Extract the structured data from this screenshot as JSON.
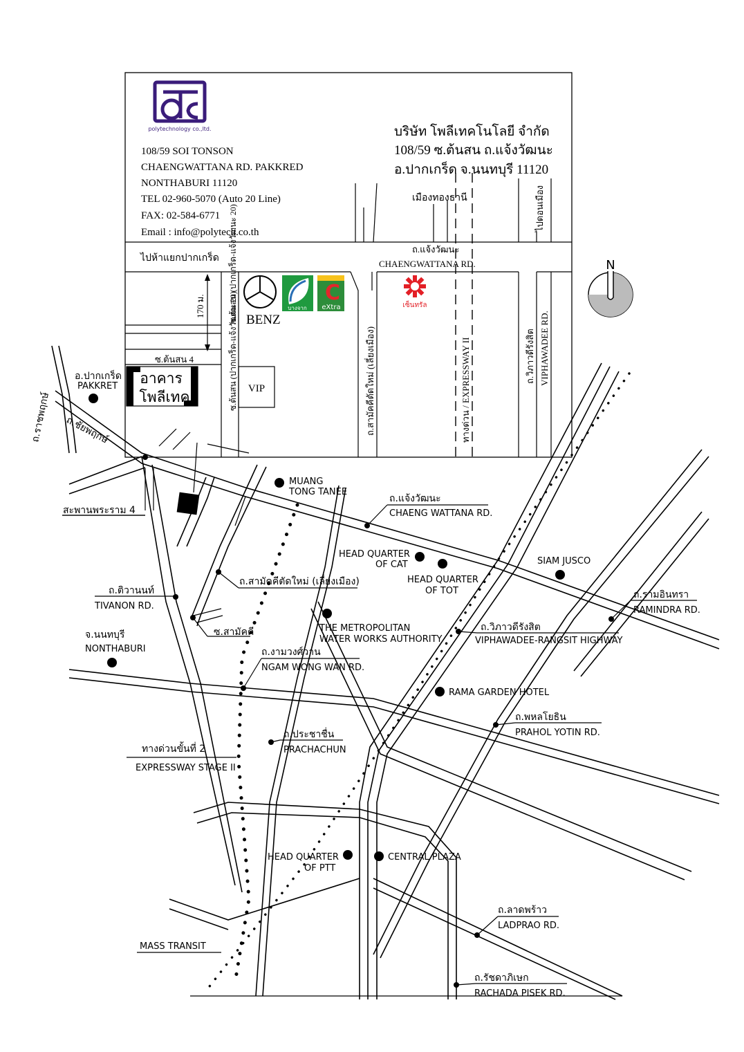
{
  "company": {
    "logo_text": "polytechnology co.,ltd.",
    "address_en": [
      "108/59 SOI  TONSON",
      "CHAENGWATTANA RD.  PAKKRED",
      "NONTHABURI 11120",
      "TEL 02-960-5070 (Auto 20 Line)",
      "FAX: 02-584-6771",
      "Email : info@polytech.co.th"
    ],
    "address_th": [
      "บริษัท โพลีเทคโนโลยี จำกัด",
      "108/59 ซ.ต้นสน ถ.แจ้งวัฒนะ",
      "อ.ปากเกร็ด จ.นนทบุรี 11120"
    ]
  },
  "north": "N",
  "inset": {
    "muang_thong_thani": "เมืองทองธานี",
    "to_don_muang": "ไปดอนเมือง",
    "to_pakkret": "ไปห้าแยกปากเกร็ด",
    "chaengwattana_th": "ถ.แจ้งวัฒนะ",
    "chaengwattana_en": "CHAENGWATTANA RD.",
    "distance": "170 ม.",
    "soi_20": "ซ.ต้นสน (ปากเกร็ด-แจ้งวัฒนะ 20)",
    "soi_tonson": "ซ.ต้นสน (ปากเกร็ด-แจ้งวัฒนะ 20)",
    "soi_tonson4": "ซ.ต้นสน 4",
    "building_line1": "อาคาร",
    "building_line2": "โพลีเทค",
    "vip": "VIP",
    "benz": "BENZ",
    "bangchak": "บางจาก",
    "extra": "eXtra",
    "extra_top": "C",
    "zen": "เซ็นทรัล",
    "samakkhi": "ถ.สามัคคีตัดใหม่ (เลี่ยงเมือง)",
    "expressway": "ทางด่วน / EXPRESSWAY II",
    "vibhavadi_th": "ถ.วิภาวดีรังสิต",
    "vibhavadi_en": "VIPHAWADEE RD."
  },
  "labels": {
    "pakkret_th": "อ.ปากเกร็ด",
    "pakkret_en": "PAKKRET",
    "ratchaphruek": "ถ.ราชพฤกษ์",
    "chaiyaphruek": "ถ.ชัยพฤกษ์",
    "rama4_bridge": "สะพานพระราม 4",
    "muang_tong_1": "MUANG",
    "muang_tong_2": "TONG TANEE",
    "chaeng_th": "ถ.แจ้งวัฒนะ",
    "chaeng_en": "CHAENG WATTANA RD.",
    "hq_cat_1": "HEAD QUARTER",
    "hq_cat_2": "OF CAT",
    "hq_tot_1": "HEAD QUARTER",
    "hq_tot_2": "OF TOT",
    "siam_jusco": "SIAM JUSCO",
    "samakkhi": "ถ.สามัคคีตัดใหม่ (เลี่ยงเมือง)",
    "tivanon_th": "ถ.ติวานนท์",
    "tivanon_en": "TIVANON RD.",
    "soi_samakkhi": "ซ.สามัคคี",
    "ramindra_th": "ถ.รามอินทรา",
    "ramindra_en": "RAMINDRA RD.",
    "metro_1": "THE METROPOLITAN",
    "metro_2": "WATER WORKS AUTHORITY",
    "vib_th": "ถ.วิภาวดีรังสิต",
    "vib_en": "VIPHAWADEE-RANGSIT HIGHWAY",
    "nonthaburi_th": "จ.นนทบุรี",
    "nonthaburi_en": "NONTHABURI",
    "ngam_th": "ถ.งามวงศ์วาน",
    "ngam_en": "NGAM WONG WAN RD.",
    "rama_garden": "RAMA GARDEN HOTEL",
    "prahol_th": "ถ.พหลโยธิน",
    "prahol_en": "PRAHOL YOTIN RD.",
    "express_th": "ทางด่วนขั้นที่ 2",
    "express_en": "EXPRESSWAY STAGE II",
    "prachachun_th": "ถ.ประชาชื่น",
    "prachachun_en": "PRACHACHUN",
    "hq_ptt_1": "HEAD QUARTER",
    "hq_ptt_2": "OF PTT",
    "central_plaza": "CENTRAL PLAZA",
    "ladprao_th": "ถ.ลาดพร้าว",
    "ladprao_en": "LADPRAO RD.",
    "mass_transit": "MASS TRANSIT",
    "rachada_th": "ถ.รัชดาภิเษก",
    "rachada_en": "RACHADA PISEK RD."
  },
  "colors": {
    "logo": "#3a1c7a",
    "bangchak_green": "#1f9a3f",
    "bangchak_blue": "#2a6fb5",
    "extra_red": "#e3262b",
    "extra_green": "#2d8d3a",
    "extra_yellow": "#f7c21b",
    "zen_red": "#e31f26"
  }
}
